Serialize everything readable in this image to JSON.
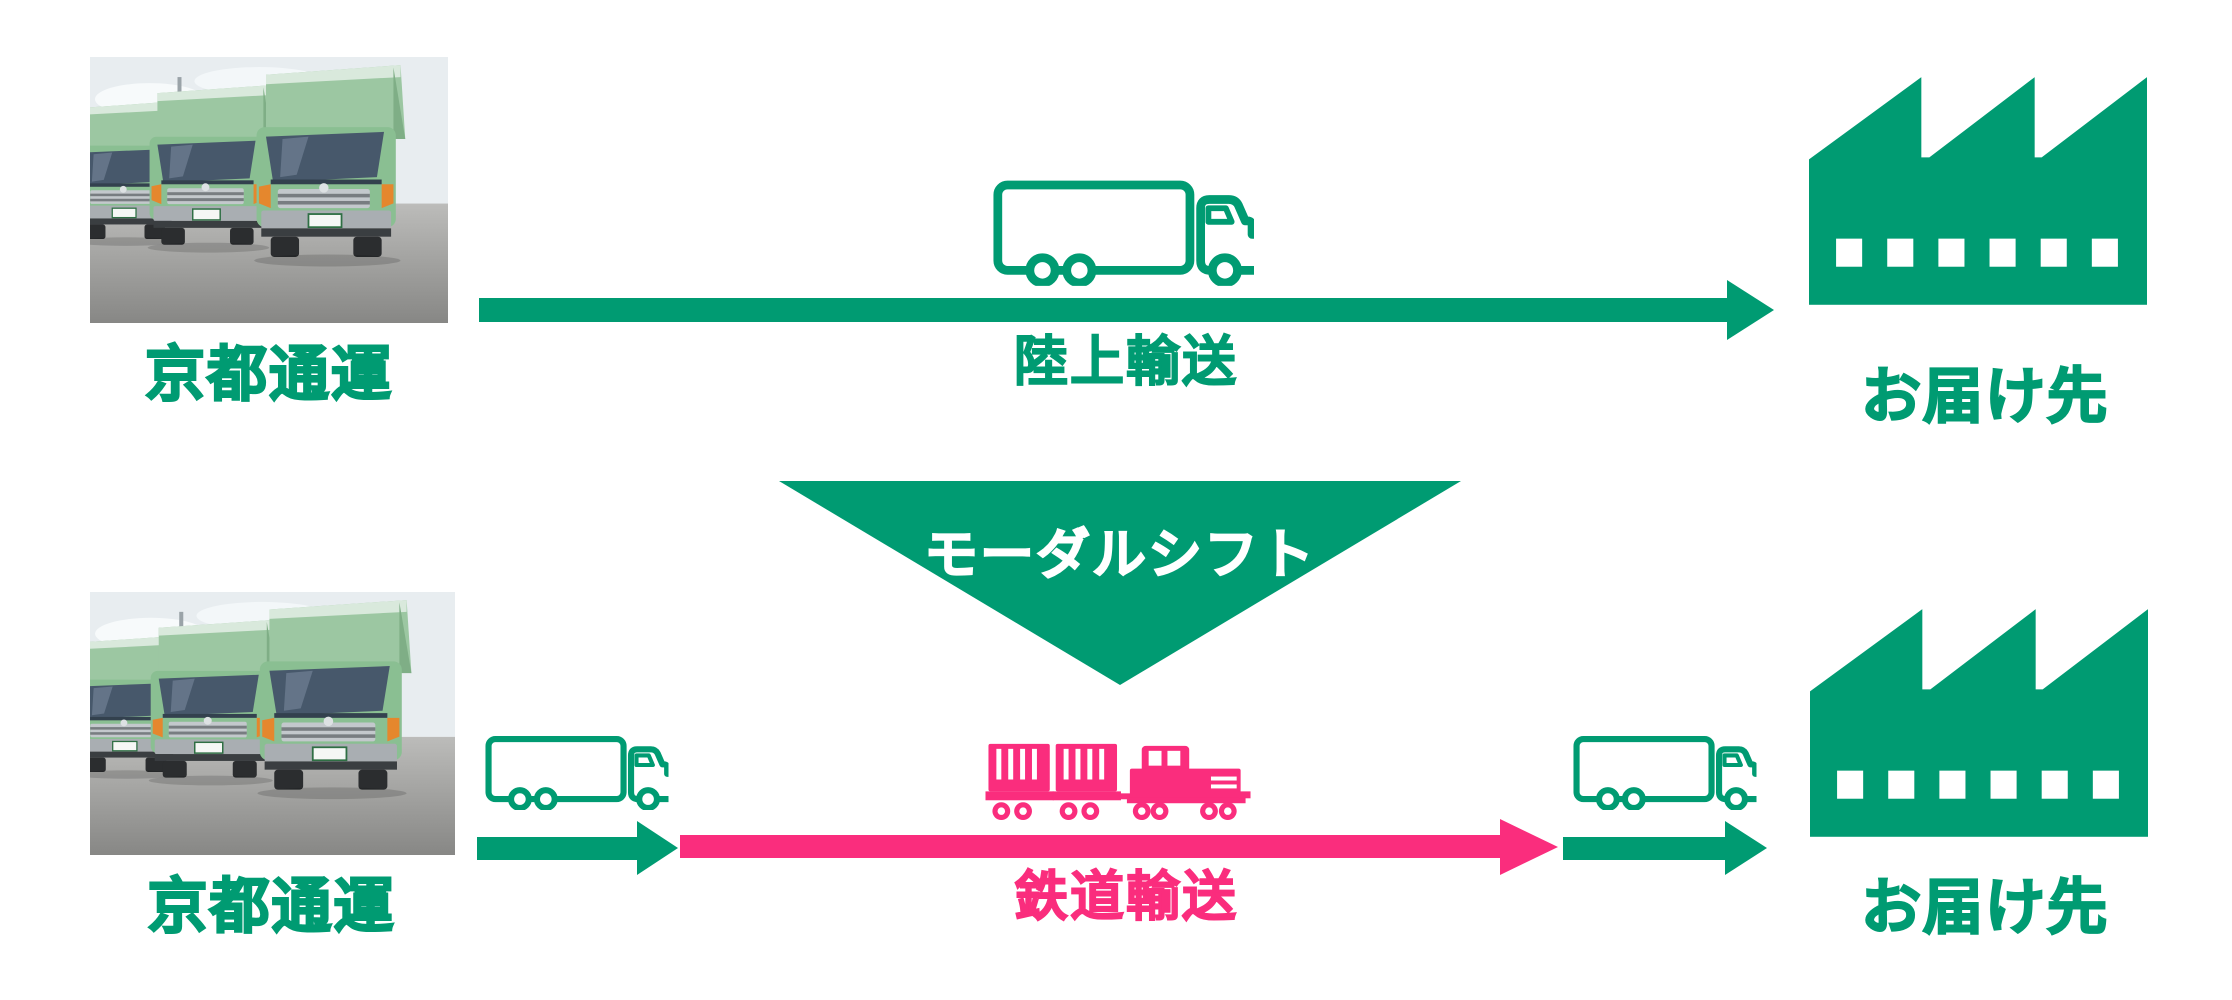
{
  "diagram": {
    "before": {
      "origin_label": "京都通運",
      "route_label": "陸上輸送",
      "destination_label": "お届け先"
    },
    "shift_label": "モーダルシフト",
    "after": {
      "origin_label": "京都通運",
      "route_label": "鉄道輸送",
      "destination_label": "お届け先"
    },
    "colors": {
      "brand_green": "#009b72",
      "rail_pink": "#fa2d7d",
      "background": "#ffffff"
    },
    "icons": {
      "origin_image": "green-truck-fleet-photo",
      "road_icon": "truck-outline-icon",
      "rail_icon": "freight-train-icon",
      "destination_icon": "factory-icon",
      "shift_icon": "down-triangle"
    }
  }
}
